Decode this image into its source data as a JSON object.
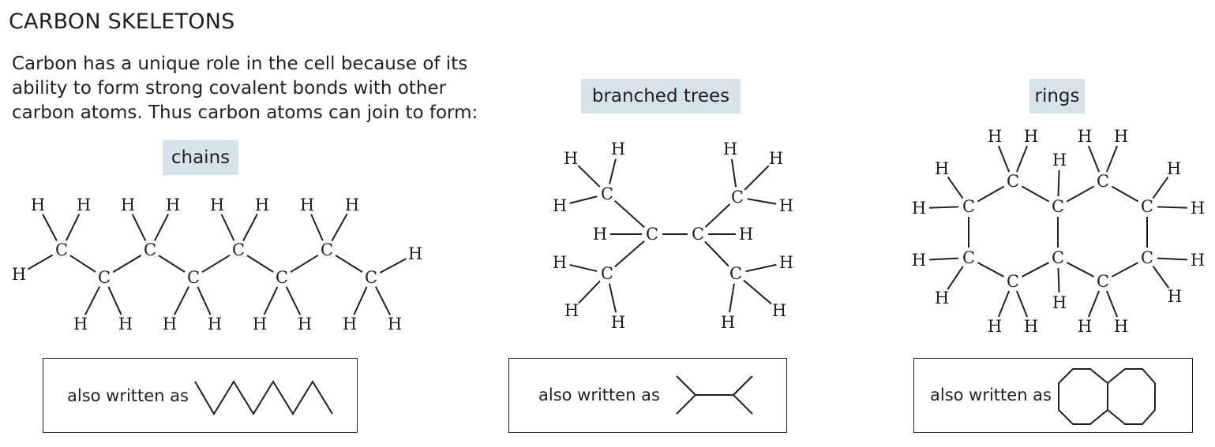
{
  "title": "CARBON SKELETONS",
  "intro": [
    "Carbon has a unique role in the cell because of its",
    "ability to form strong covalent bonds with other",
    "carbon atoms. Thus carbon atoms can join to form:"
  ],
  "atoms": {
    "carbon": "C",
    "hydrogen": "H"
  },
  "panels": {
    "chains": {
      "label": "chains",
      "note": "also written as"
    },
    "branched": {
      "label": "branched trees",
      "note": "also written as"
    },
    "rings": {
      "label": "rings",
      "note": "also written as"
    }
  }
}
